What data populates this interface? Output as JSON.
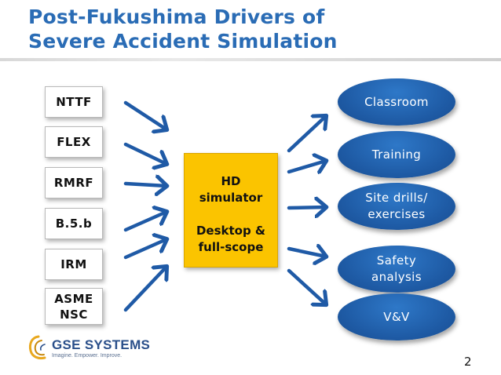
{
  "slide": {
    "title_line1": "Post-Fukushima Drivers of",
    "title_line2": "Severe Accident Simulation",
    "page_number": "2"
  },
  "drivers": [
    {
      "label": "NTTF"
    },
    {
      "label": "FLEX"
    },
    {
      "label": "RMRF"
    },
    {
      "label": "B.5.b"
    },
    {
      "label": "IRM"
    },
    {
      "label": "ASME\nNSC"
    }
  ],
  "center": {
    "line1": "HD",
    "line2": "simulator",
    "line3": "Desktop &",
    "line4": "full-scope"
  },
  "outputs": [
    {
      "label": "Classroom"
    },
    {
      "label": "Training"
    },
    {
      "label": "Site drills/\nexercises"
    },
    {
      "label": "Safety\nanalysis"
    },
    {
      "label": "V&V"
    }
  ],
  "logo": {
    "name": "GSE SYSTEMS",
    "tagline": "Imagine. Empower. Improve."
  },
  "colors": {
    "title": "#2a6cb5",
    "arrow": "#1f5aa6",
    "center_fill": "#fbc400",
    "ellipse_fill": "#1e5aa4"
  }
}
